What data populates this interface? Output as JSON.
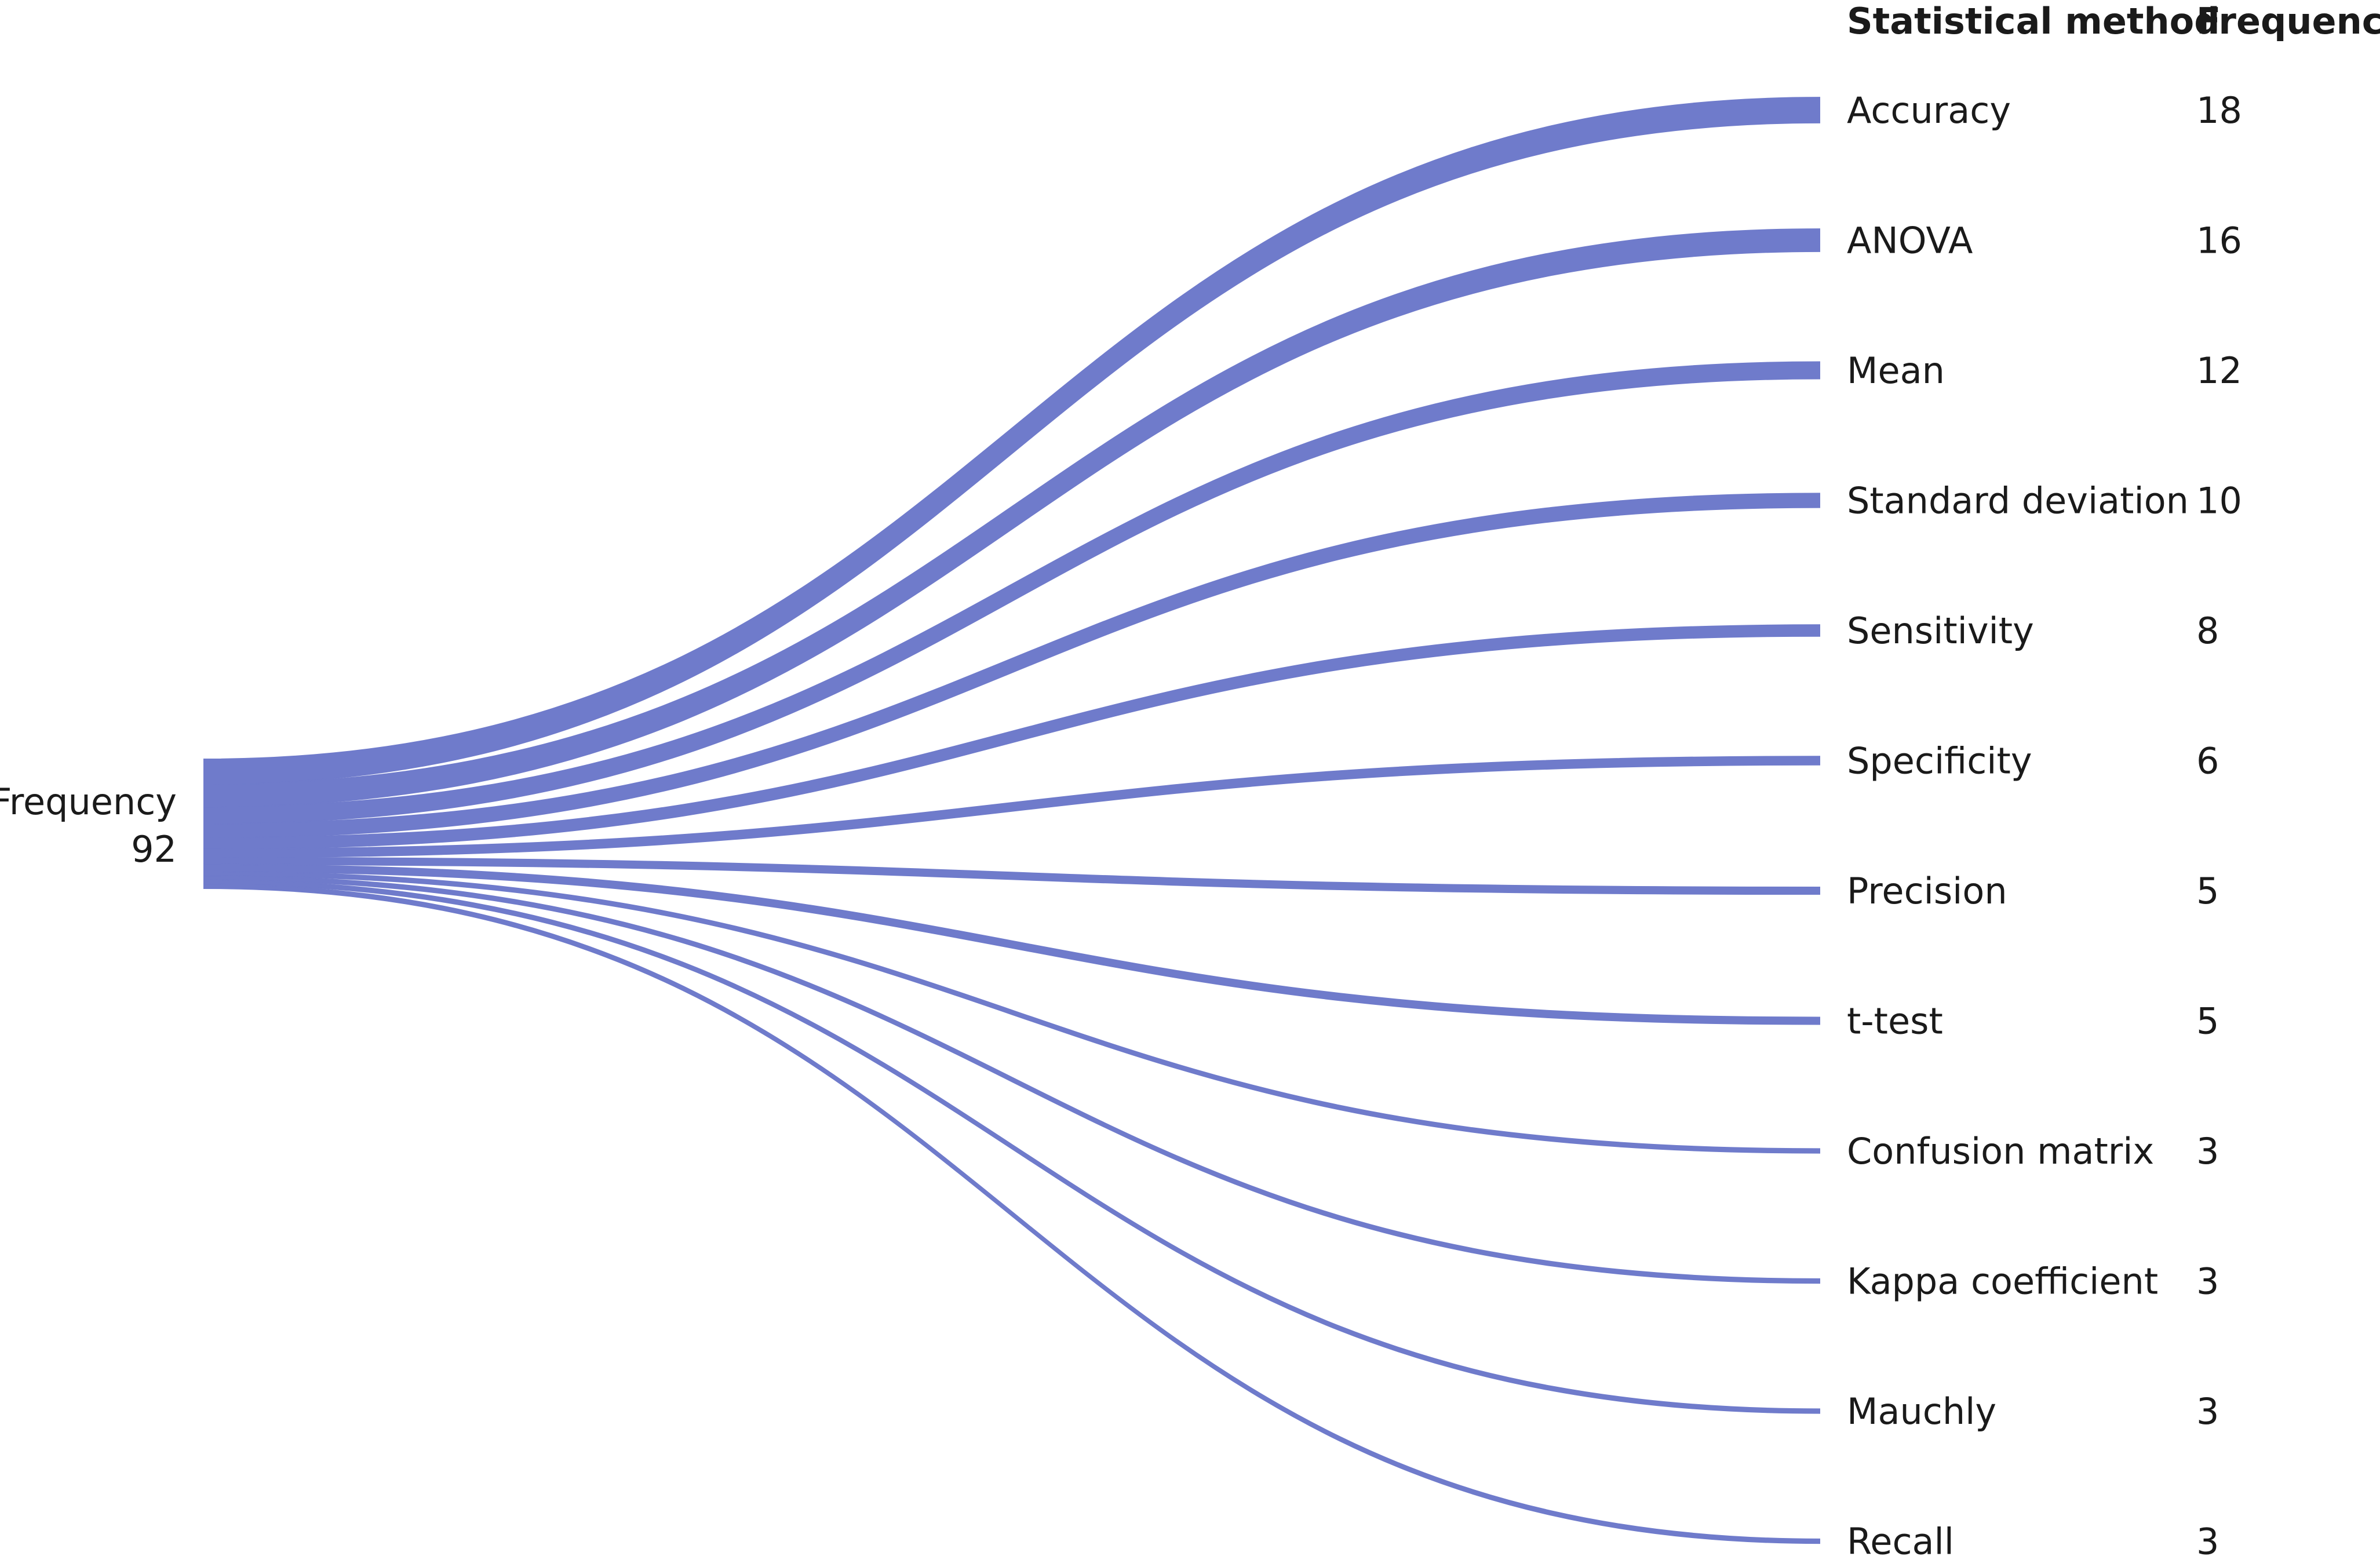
{
  "chart_data": {
    "type": "sankey",
    "source": {
      "label": "Frequency",
      "value": 92
    },
    "headers": {
      "category": "Statistical method",
      "value": "Frequency"
    },
    "categories": [
      "Accuracy",
      "ANOVA",
      "Mean",
      "Standard deviation",
      "Sensitivity",
      "Specificity",
      "Precision",
      "t-test",
      "Confusion matrix",
      "Kappa coefficient",
      "Mauchly",
      "Recall"
    ],
    "values": [
      18,
      16,
      12,
      10,
      8,
      6,
      5,
      5,
      3,
      3,
      3,
      3
    ],
    "color": "#6f7bcb"
  }
}
